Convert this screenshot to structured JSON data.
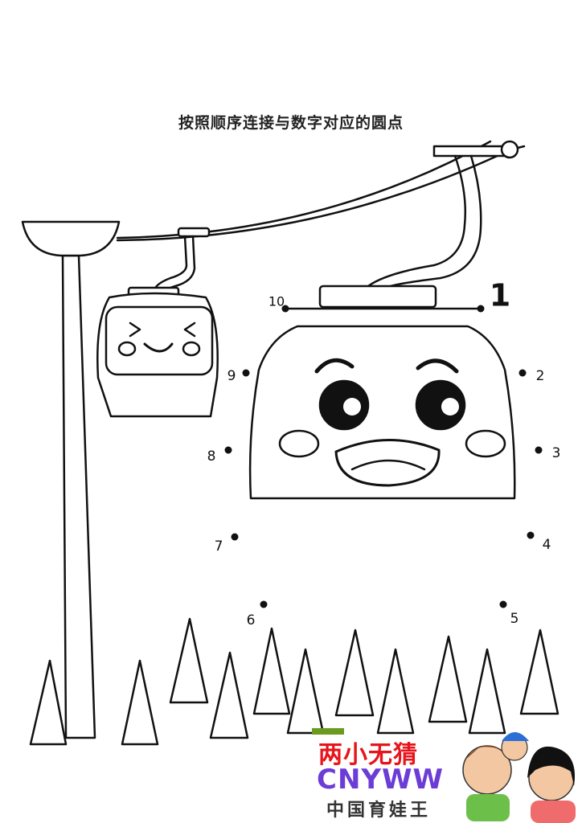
{
  "page": {
    "title": "按照顺序连接与数字对应的圆点"
  },
  "dots": [
    {
      "label": "1"
    },
    {
      "label": "2"
    },
    {
      "label": "3"
    },
    {
      "label": "4"
    },
    {
      "label": "5"
    },
    {
      "label": "6"
    },
    {
      "label": "7"
    },
    {
      "label": "8"
    },
    {
      "label": "9"
    },
    {
      "label": "10"
    }
  ],
  "watermark": {
    "line1": "两小无猜",
    "line2": "CNYWW",
    "line3": "中国育娃王",
    "color_red": "#e8141b",
    "color_purple": "#6b3cd6"
  }
}
